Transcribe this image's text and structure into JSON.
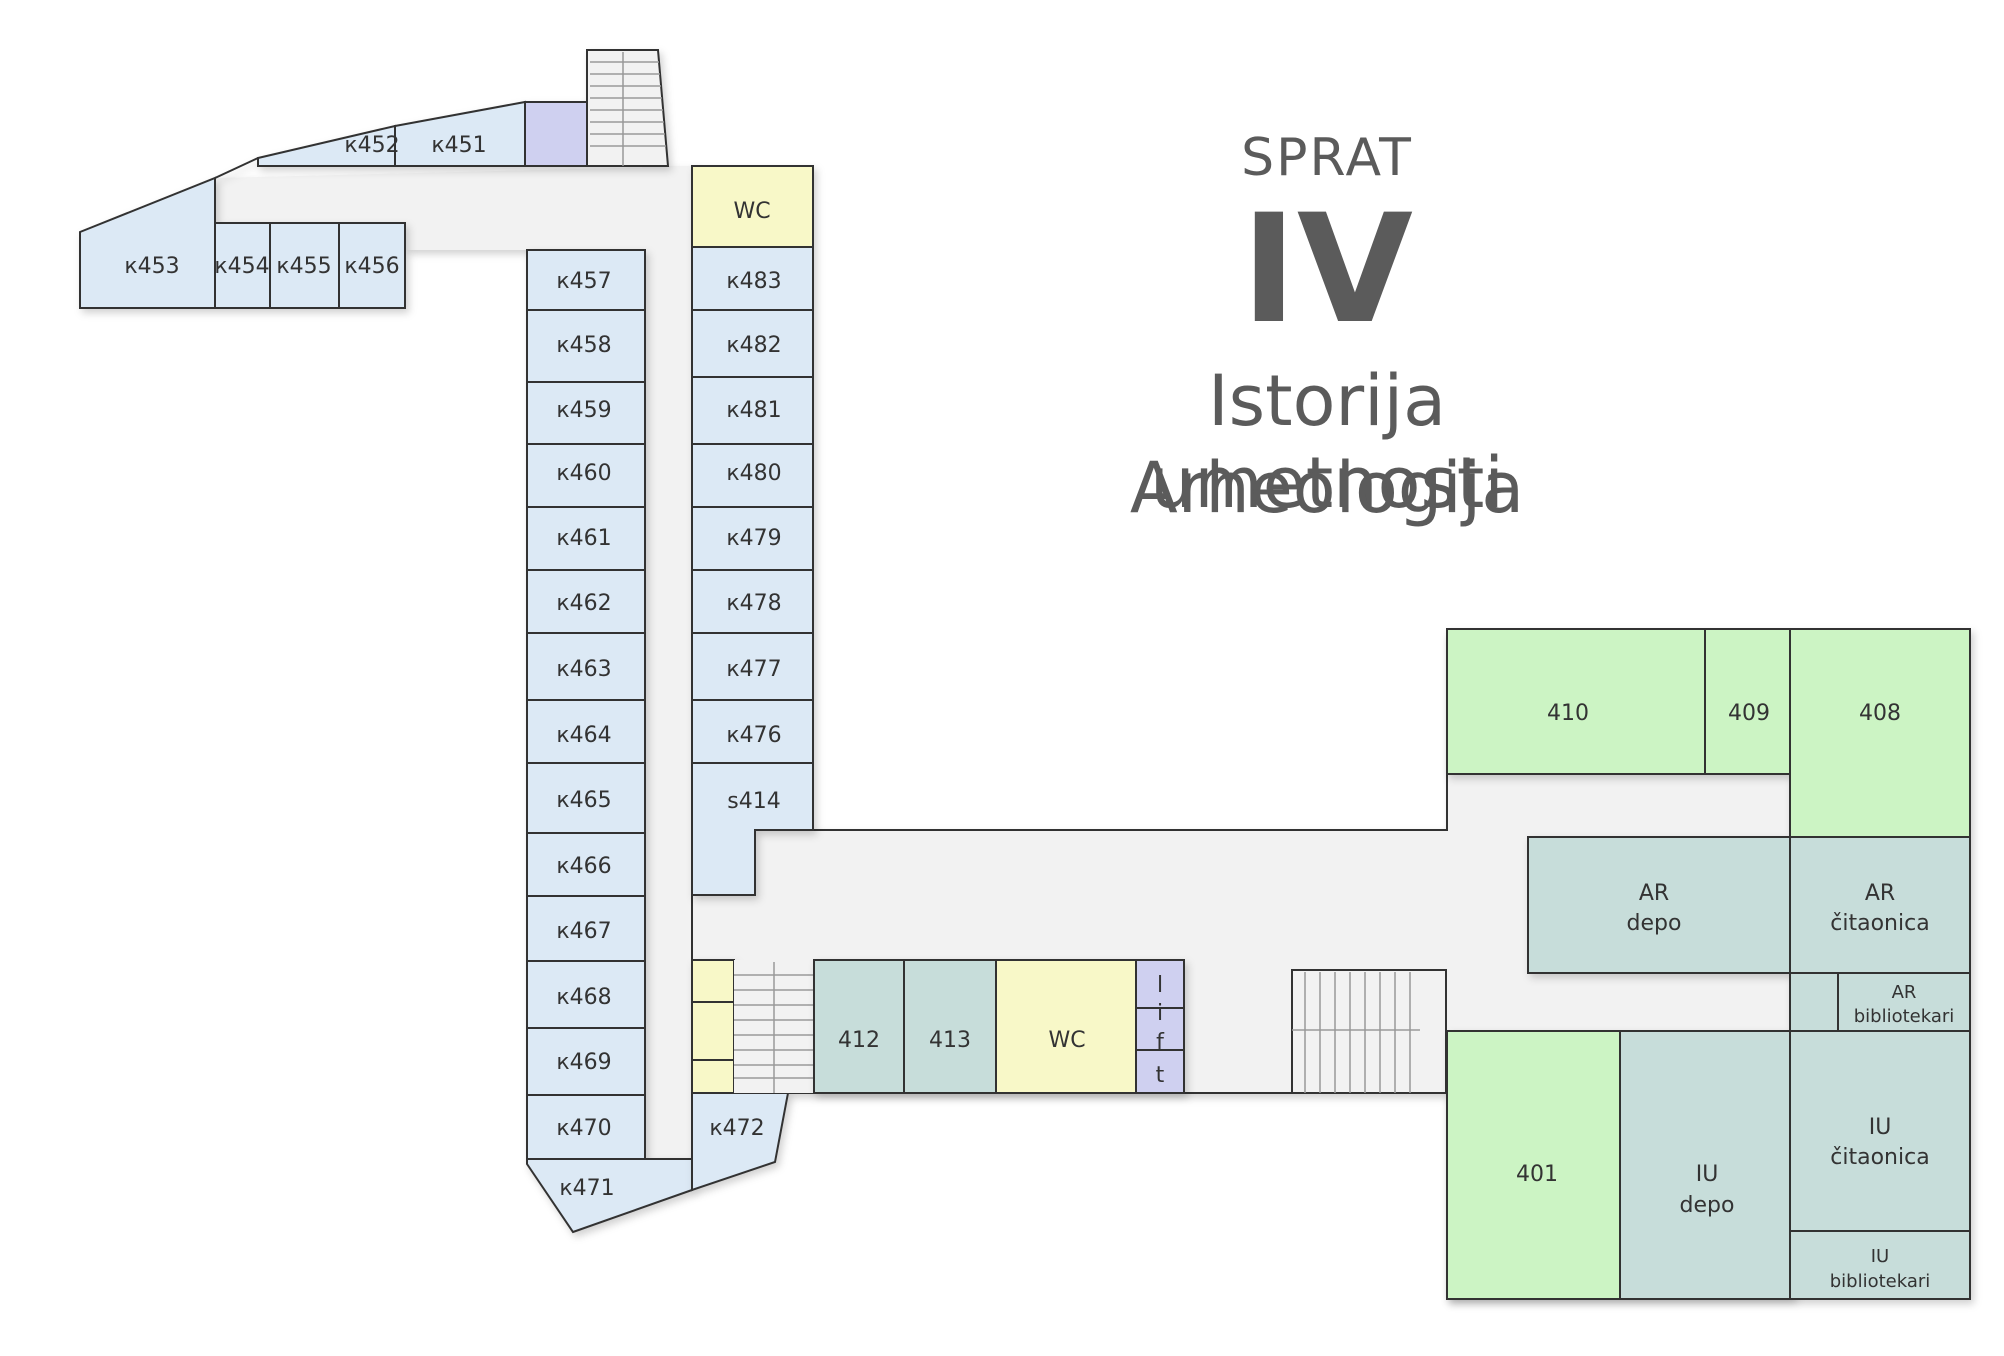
{
  "titles": {
    "sprat": "SPRAT",
    "floor": "IV",
    "line1": "Istorija umetnosti",
    "line2": "Arheologija"
  },
  "colors": {
    "office": "#dce9f5",
    "wc": "#f8f8c8",
    "lift": "#cfd0f0",
    "hall_green": "#ccf4c4",
    "teal": "#c7ddda",
    "corridor": "#f2f2f2",
    "wall": "#333333"
  },
  "rooms": {
    "k451": "к451",
    "k452": "к452",
    "k453": "к453",
    "k454": "к454",
    "k455": "к455",
    "k456": "к456",
    "k457": "к457",
    "k458": "к458",
    "k459": "к459",
    "k460": "к460",
    "k461": "к461",
    "k462": "к462",
    "k463": "к463",
    "k464": "к464",
    "k465": "к465",
    "k466": "к466",
    "k467": "к467",
    "k468": "к468",
    "k469": "к469",
    "k470": "к470",
    "k471": "к471",
    "k472": "к472",
    "k476": "к476",
    "k477": "к477",
    "k478": "к478",
    "k479": "к479",
    "k480": "к480",
    "k481": "к481",
    "k482": "к482",
    "k483": "к483",
    "s414": "s414",
    "wc_top": "WC",
    "wc_bottom": "WC",
    "r412": "412",
    "r413": "413",
    "lift_l": "l",
    "lift_i": "i",
    "lift_f": "f",
    "lift_t": "t",
    "r410": "410",
    "r409": "409",
    "r408": "408",
    "r401": "401",
    "ar_depo_1": "AR",
    "ar_depo_2": "depo",
    "ar_cit_1": "AR",
    "ar_cit_2": "čitaonica",
    "ar_bib_1": "AR",
    "ar_bib_2": "bibliotekari",
    "iu_depo_1": "IU",
    "iu_depo_2": "depo",
    "iu_cit_1": "IU",
    "iu_cit_2": "čitaonica",
    "iu_bib_1": "IU",
    "iu_bib_2": "bibliotekari"
  }
}
